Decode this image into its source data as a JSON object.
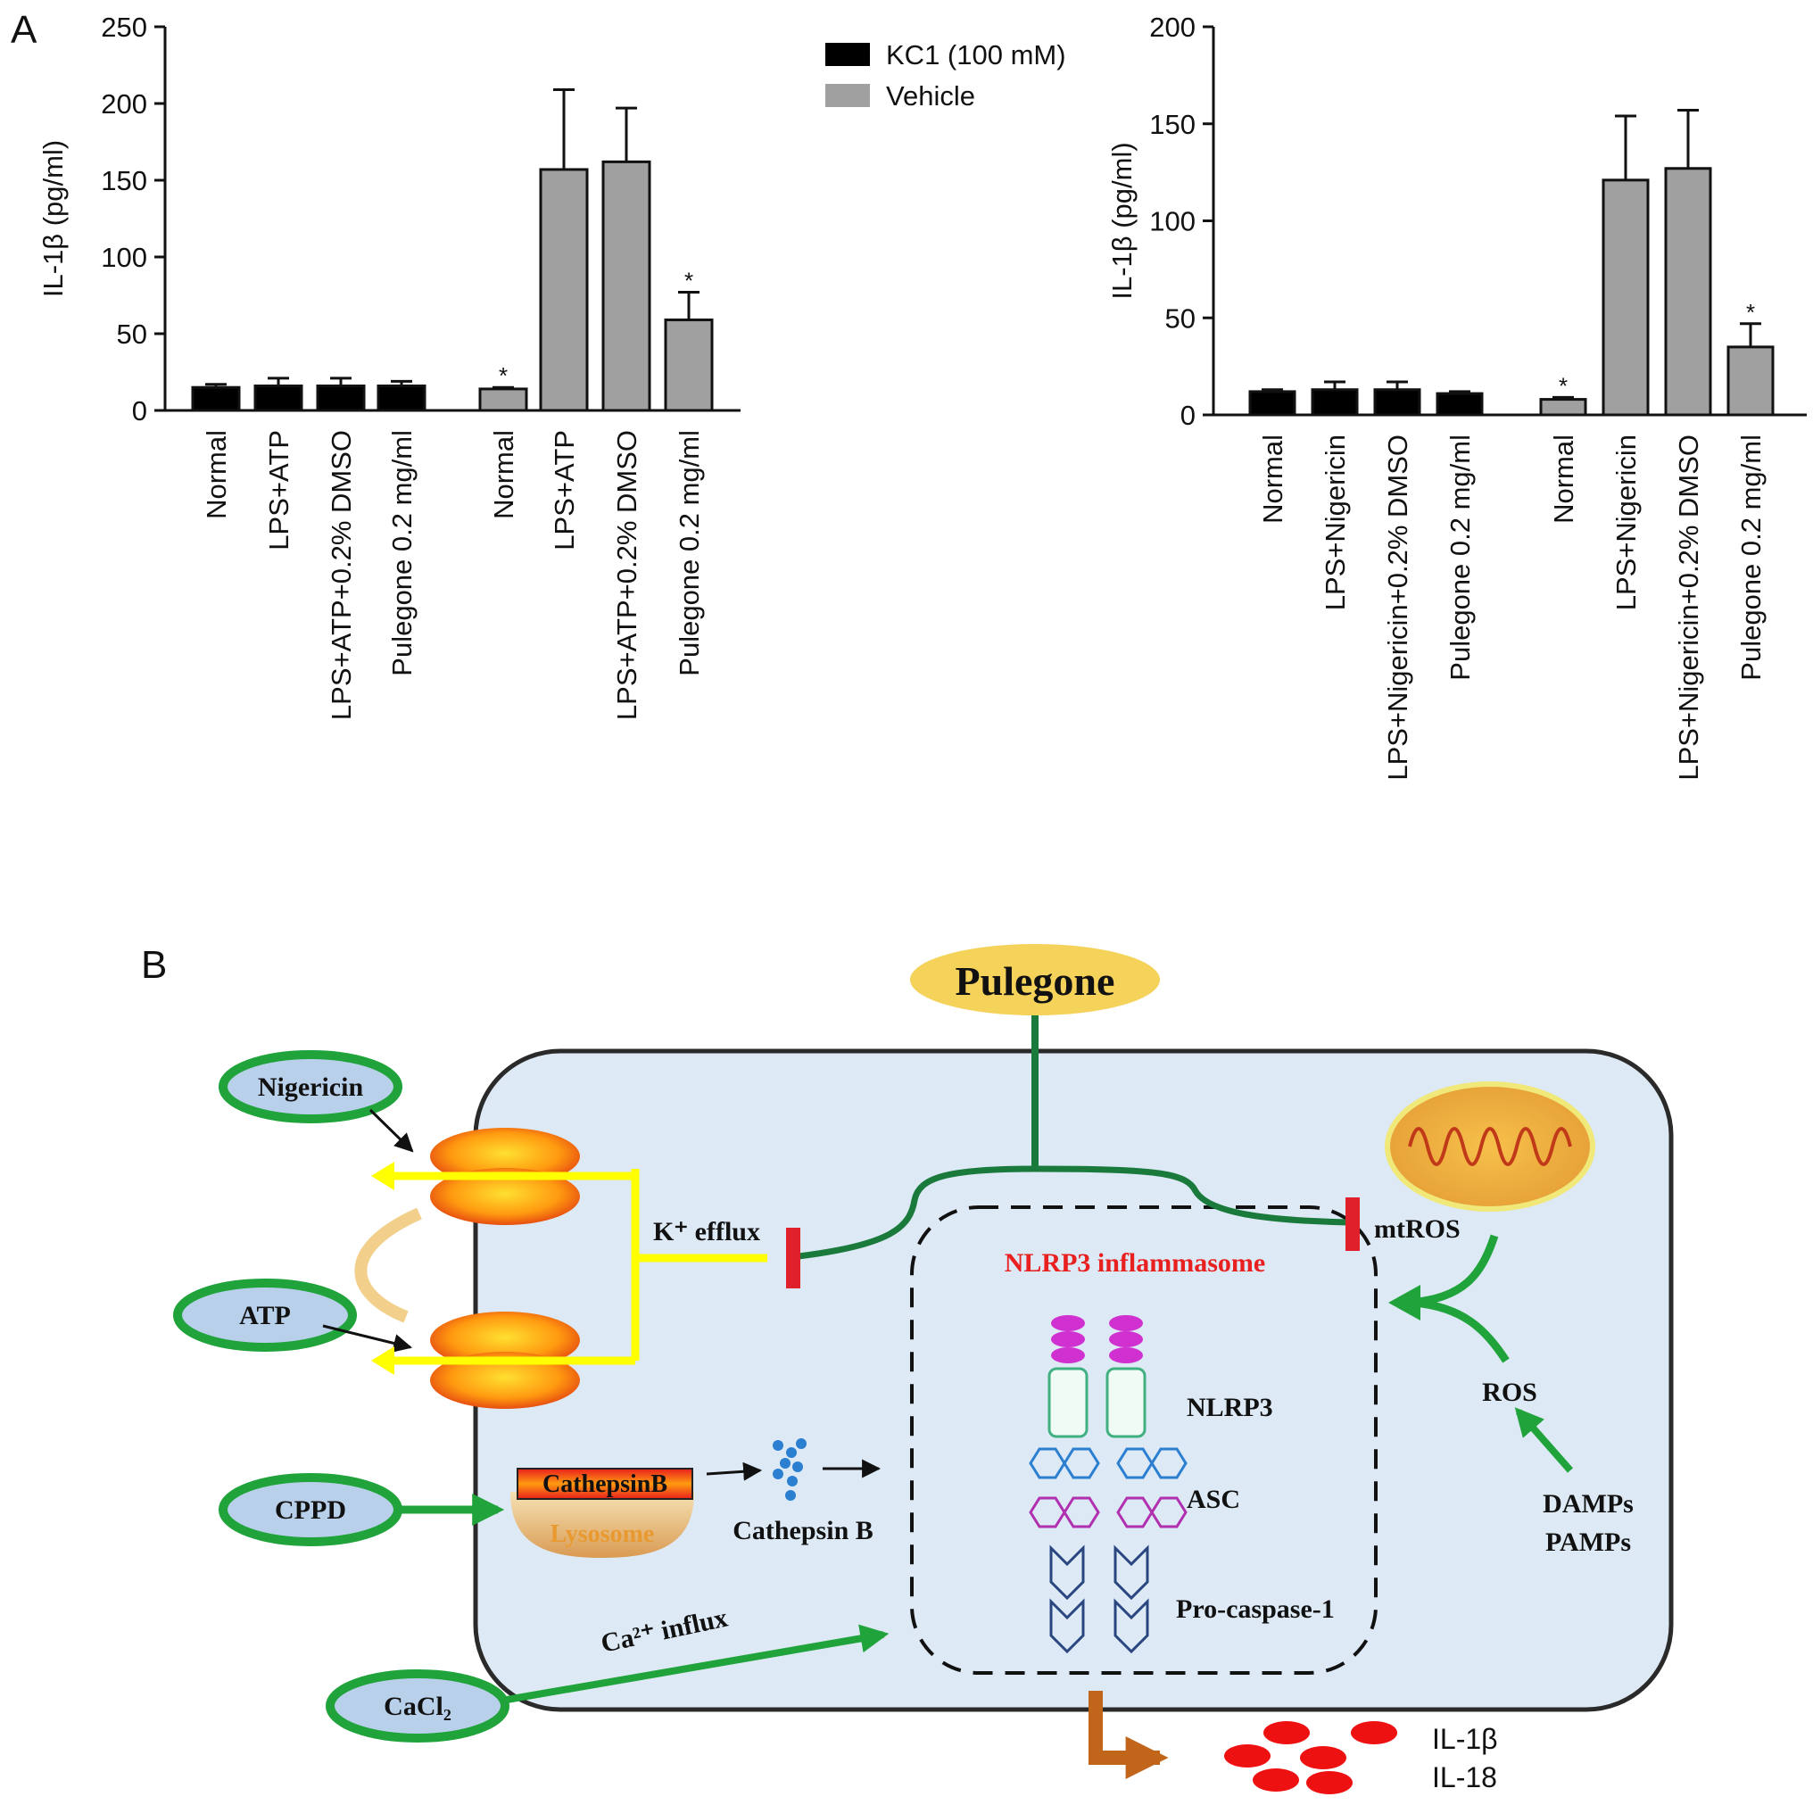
{
  "panel_labels": {
    "a": "A",
    "b": "B"
  },
  "chart_data": [
    {
      "type": "bar",
      "ylabel": "IL-1β (pg/ml)",
      "ylim": [
        0,
        250
      ],
      "yticks": [
        "0",
        "50",
        "100",
        "150",
        "200",
        "250"
      ],
      "legend": {
        "placement": "top-right",
        "entries": [
          {
            "label": "KC1 (100 mM)",
            "color": "#000000"
          },
          {
            "label": "Vehicle",
            "color": "#a0a0a0"
          }
        ]
      },
      "groups": [
        {
          "color": "#000000",
          "categories": [
            "Normal",
            "LPS+ATP",
            "LPS+ATP+0.2% DMSO",
            "Pulegone 0.2 mg/ml"
          ],
          "values": [
            15,
            16,
            16,
            16
          ],
          "errors": [
            2,
            5,
            5,
            3
          ],
          "significant": [
            "",
            "",
            "",
            ""
          ]
        },
        {
          "color": "#a0a0a0",
          "categories": [
            "Normal",
            "LPS+ATP",
            "LPS+ATP+0.2% DMSO",
            "Pulegone 0.2 mg/ml"
          ],
          "values": [
            14,
            157,
            162,
            59
          ],
          "errors": [
            1,
            52,
            35,
            18
          ],
          "significant": [
            "*",
            "",
            "",
            "*"
          ]
        }
      ]
    },
    {
      "type": "bar",
      "ylabel": "IL-1β (pg/ml)",
      "ylim": [
        0,
        200
      ],
      "yticks": [
        "0",
        "50",
        "100",
        "150",
        "200"
      ],
      "groups": [
        {
          "color": "#000000",
          "categories": [
            "Normal",
            "LPS+Nigericin",
            "LPS+Nigericin+0.2% DMSO",
            "Pulegone 0.2 mg/ml"
          ],
          "values": [
            12,
            13,
            13,
            11
          ],
          "errors": [
            1,
            4,
            4,
            1
          ],
          "significant": [
            "",
            "",
            "",
            ""
          ]
        },
        {
          "color": "#a0a0a0",
          "categories": [
            "Normal",
            "LPS+Nigericin",
            "LPS+Nigericin+0.2% DMSO",
            "Pulegone 0.2 mg/ml"
          ],
          "values": [
            8,
            121,
            127,
            35
          ],
          "errors": [
            1,
            33,
            30,
            12
          ],
          "significant": [
            "*",
            "",
            "",
            "*"
          ]
        }
      ]
    }
  ],
  "diagram": {
    "pulegone": "Pulegone",
    "nigericin": "Nigericin",
    "atp": "ATP",
    "cppd": "CPPD",
    "cacl2": "CaCl₂",
    "k_efflux": "K⁺ efflux",
    "mtros": "mtROS",
    "inflammasome": "NLRP3 inflammasome",
    "nlrp3": "NLRP3",
    "asc": "ASC",
    "procaspase": "Pro-caspase-1",
    "ros": "ROS",
    "damps": "DAMPs",
    "pamps": "PAMPs",
    "cathepsin_label_top": "CathepsinB",
    "lysosome": "Lysosome",
    "cathepsin_b": "Cathepsin B",
    "ca_influx": "Ca²⁺ influx",
    "il1b": "IL-1β",
    "il18": "IL-18",
    "colors": {
      "cell": "#dde9f5",
      "green": "#1fa33a",
      "green_dark": "#1a7a3c",
      "inhibit": "#e0202a",
      "yellow": "#ffff00",
      "ellipse_fill": "#b8d0ea",
      "pulegone_fill": "#f5d25a",
      "inflammasome_text": "#e82020",
      "magenta": "#d030d0",
      "blue": "#2b7fd0",
      "navy": "#2a4680",
      "cytokine": "#ee1111",
      "orange": "#c0651a"
    }
  }
}
